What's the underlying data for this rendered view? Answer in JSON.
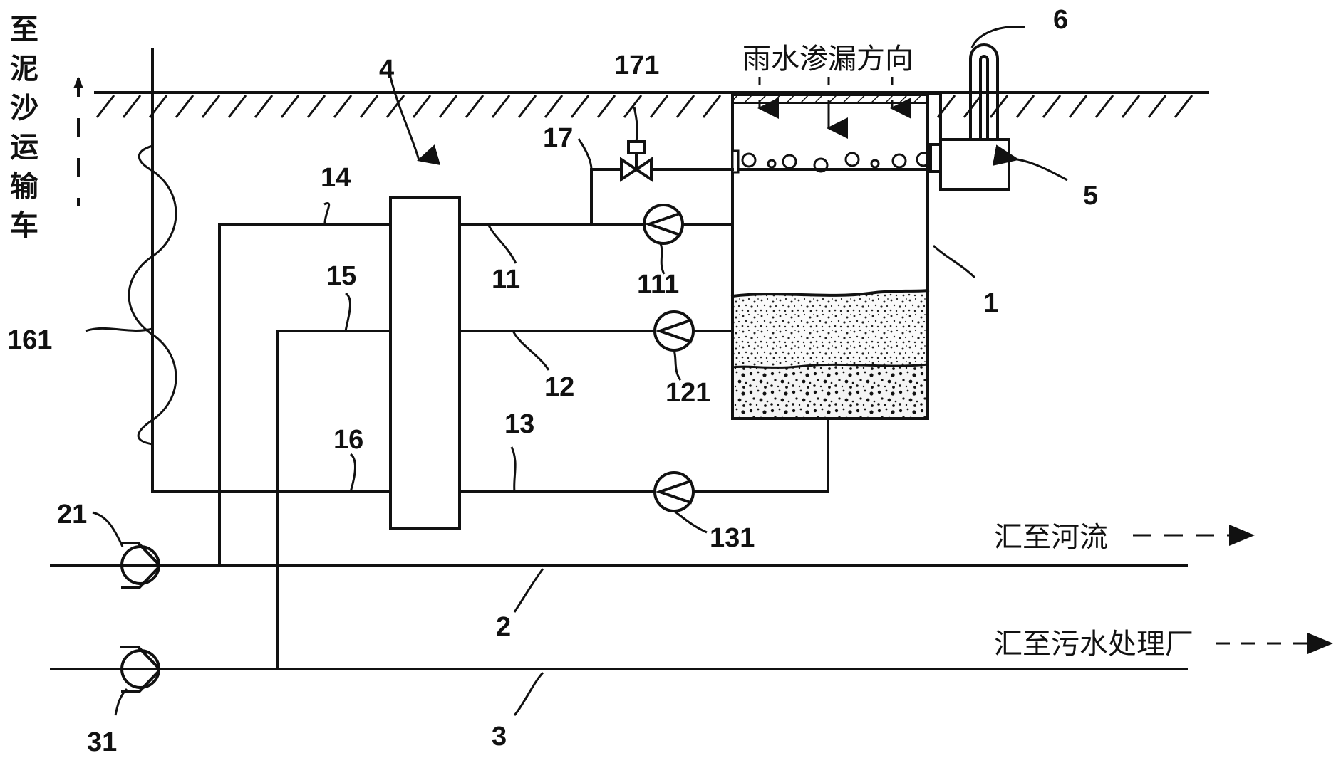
{
  "text": {
    "rain_direction": "雨水渗漏方向",
    "to_river": "汇至河流",
    "to_plant": "汇至污水处理厂",
    "to_truck": [
      "至",
      "泥",
      "沙",
      "运",
      "输",
      "车"
    ]
  },
  "labels": {
    "n1": "1",
    "n2": "2",
    "n3": "3",
    "n4": "4",
    "n5": "5",
    "n6": "6",
    "n11": "11",
    "n12": "12",
    "n13": "13",
    "n14": "14",
    "n15": "15",
    "n16": "16",
    "n17": "17",
    "n21": "21",
    "n31": "31",
    "n111": "111",
    "n121": "121",
    "n131": "131",
    "n161": "161",
    "n171": "171"
  },
  "colors": {
    "line": "#111111",
    "background": "#ffffff"
  }
}
